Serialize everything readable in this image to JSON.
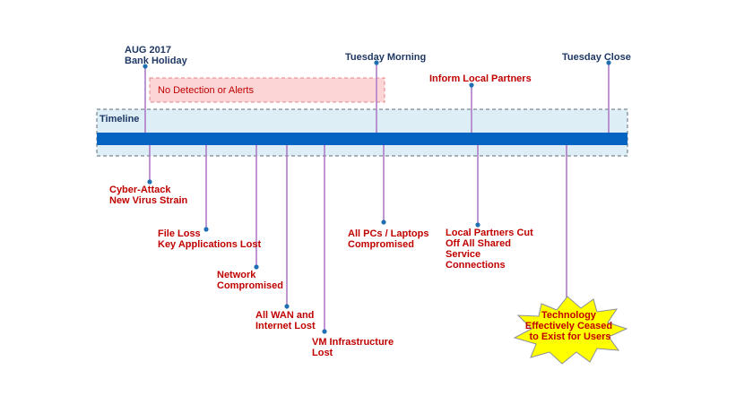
{
  "colors": {
    "timeline_bar": "#0563c1",
    "band_fill": "#ddeef6",
    "band_border": "#5a6e7d",
    "connector": "#b07cc6",
    "dot": "#1f6fb2",
    "top_label": "#1f3864",
    "event_label": "#c00000",
    "alert_fill": "#fcd5d7",
    "alert_border": "#e4848a",
    "burst_fill": "#ffff00",
    "burst_border": "#8a8f99"
  },
  "band_label": "Timeline",
  "no_detection": "No Detection or Alerts",
  "top_markers": {
    "bank_holiday": [
      "AUG 2017",
      "Bank Holiday"
    ],
    "tuesday_morning": [
      "Tuesday Morning"
    ],
    "inform_partners": [
      "Inform Local Partners"
    ],
    "tuesday_close": [
      "Tuesday Close"
    ]
  },
  "events": {
    "cyber_attack": [
      "Cyber-Attack",
      "New Virus Strain"
    ],
    "file_loss": [
      "File Loss",
      "Key Applications Lost"
    ],
    "network": [
      "Network",
      "Compromised"
    ],
    "wan": [
      "All WAN and",
      "Internet Lost"
    ],
    "vm": [
      "VM Infrastructure",
      "Lost"
    ],
    "pcs": [
      "All PCs / Laptops",
      "Compromised"
    ],
    "partners_cut": [
      "Local Partners Cut",
      "Off All Shared",
      "Service",
      "Connections"
    ]
  },
  "burst_text": [
    "Technology",
    "Effectively Ceased",
    "to Exist for Users"
  ]
}
